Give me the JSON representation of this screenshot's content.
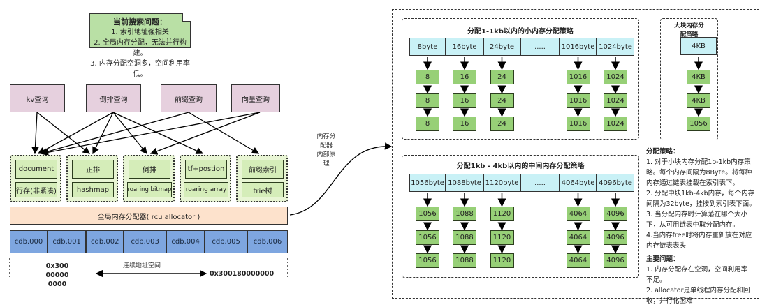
{
  "note": {
    "title": "当前搜索问题：",
    "lines": [
      "1. 索引地址强相关",
      "2. 全局内存分配，无法并行构建。",
      "3. 内存分配空洞多，空间利用率低。"
    ]
  },
  "queries": [
    "kv查询",
    "倒排查询",
    "前缀查询",
    "向量查询"
  ],
  "index_groups": [
    {
      "top": "document",
      "bottom": "行存(非紧凑)"
    },
    {
      "top": "正排",
      "bottom": "hashmap"
    },
    {
      "top": "倒排",
      "bottom": "roaring bitmap"
    },
    {
      "top": "tf+postion",
      "bottom": "roaring array"
    },
    {
      "top": "前缀索引",
      "bottom": "trie树"
    }
  ],
  "allocator_label": "全局内存分配器( rcu allocator )",
  "cdbs": [
    "cdb.000",
    "cdb.001",
    "cdb.002",
    "cdb.003",
    "cdb.004",
    "cdb.005",
    "cdb.006"
  ],
  "address": {
    "start": [
      "0x300",
      "00000",
      "0000"
    ],
    "end": "0x300180000000",
    "label": "连续地址空间"
  },
  "link_label": [
    "内存分",
    "配器",
    "内部原",
    "理"
  ],
  "small_alloc": {
    "title": "分配1-1kb以内的小内存分配策略",
    "headers": [
      "8byte",
      "16byte",
      "24byte",
      ".....",
      "1016byte",
      "1024byte"
    ],
    "chains": [
      [
        "8",
        "8",
        "8"
      ],
      [
        "16",
        "16",
        "16"
      ],
      [
        "24",
        "24",
        "24"
      ],
      [],
      [
        "1016",
        "1016",
        "1016"
      ],
      [
        "1024",
        "1024",
        "1024"
      ]
    ]
  },
  "mid_alloc": {
    "title": "分配1kb - 4kb以内的中间内存分配策略",
    "headers": [
      "1056byte",
      "1088byte",
      "1120byte",
      ".....",
      "4064byte",
      "4096byte"
    ],
    "chains": [
      [
        "1056",
        "1056",
        "1056"
      ],
      [
        "1088",
        "1088",
        "1088"
      ],
      [
        "1120",
        "1120",
        "1120"
      ],
      [],
      [
        "4064",
        "4064",
        "4064"
      ],
      [
        "4096",
        "4096",
        "4096"
      ]
    ]
  },
  "large_alloc": {
    "title": [
      "大块内存分",
      "配策略"
    ],
    "header": "4KB",
    "chain": [
      "4KB",
      "4KB",
      "1056"
    ]
  },
  "strategy": {
    "title": "分配策略：",
    "lines": [
      "1. 对于小块内存分配1b-1kb内存策",
      "略。每个内存间隔为8Byte。将每种",
      "内存通过链表挂载在索引表下。",
      "2. 分配中块1kb-4kb内存，每个内存",
      "间隔为32byte，挂接到索引表下面。",
      "3. 当分配内存时计算落在哪个大小",
      "下，从可用链表中取分配内存。",
      "4.当内存free时将内存重新放在对应",
      "内存链表表头"
    ]
  },
  "problems": {
    "title": "主要问题：",
    "lines": [
      "1. 内存分配存在空洞，空间利用率",
      "不足。",
      "2. allocator是单线程内存分配和回",
      "收，并行化困难"
    ]
  }
}
